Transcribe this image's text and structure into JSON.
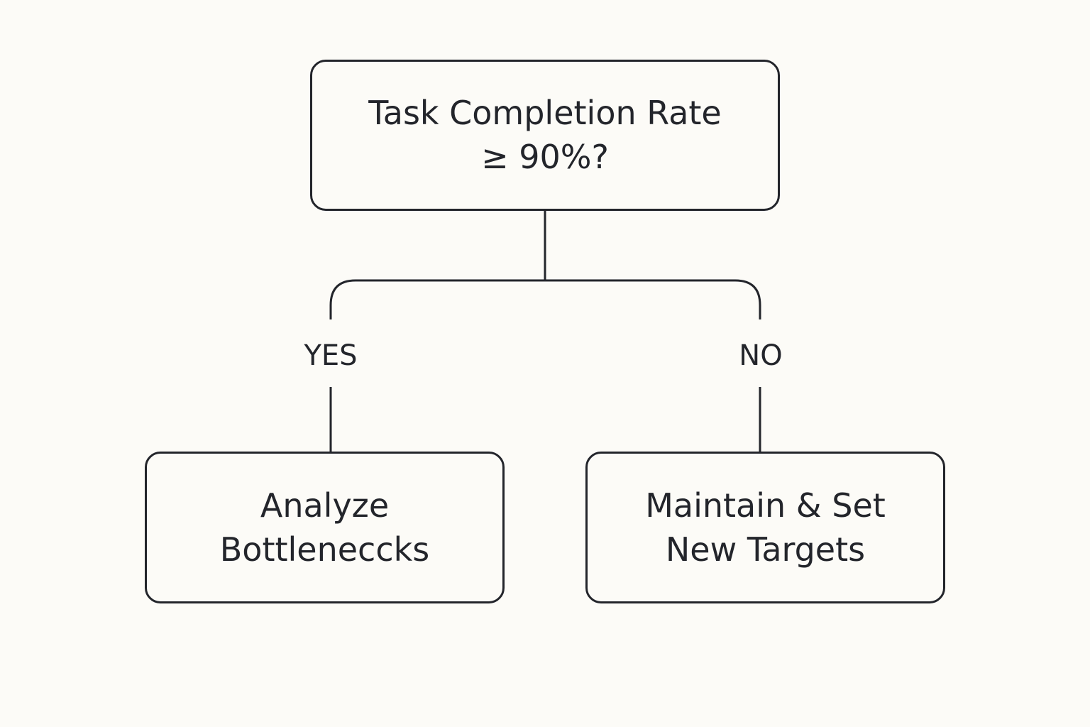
{
  "colors": {
    "background": "#fcfbf7",
    "stroke": "#23252b",
    "text": "#23252b"
  },
  "nodes": {
    "decision": {
      "lines": [
        "Task Completion Rate",
        "≥ 90%?"
      ]
    },
    "yes_outcome": {
      "lines": [
        "Analyze",
        "Bottleneccks"
      ]
    },
    "no_outcome": {
      "lines": [
        "Maintain & Set",
        "New Targets"
      ]
    }
  },
  "branches": {
    "yes_label": "YES",
    "no_label": "NO"
  }
}
